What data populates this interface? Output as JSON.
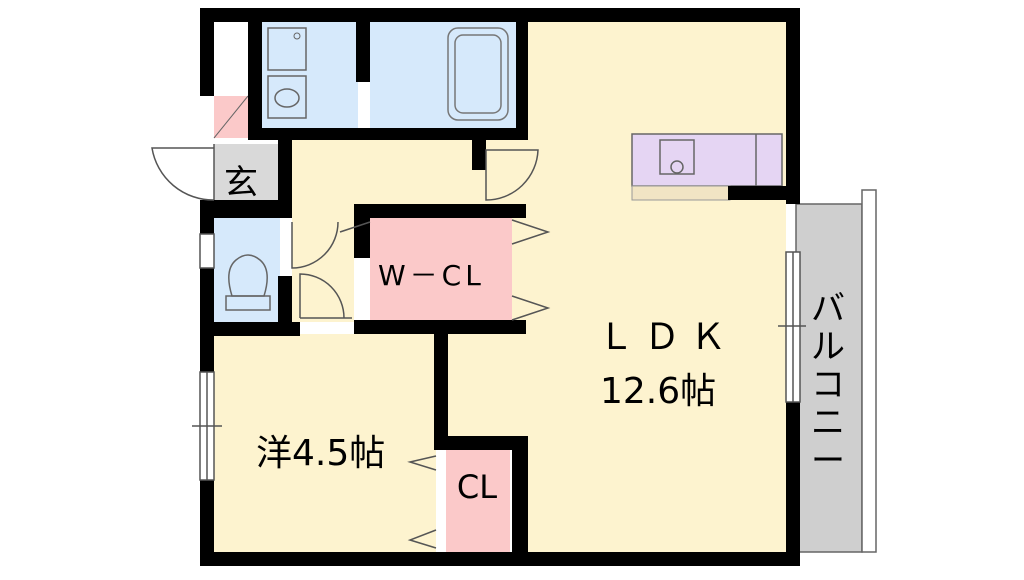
{
  "rooms": {
    "ldk_name": "ＬＤＫ",
    "ldk_size": "12.6帖",
    "western_room": "洋4.5帖",
    "walk_in_closet": "W－CL",
    "closet": "CL",
    "entrance": "玄",
    "balcony": "バルコニー"
  },
  "colors": {
    "wall": "#000000",
    "living_floor": "#fdf3cf",
    "wet_area": "#d6e9fb",
    "closet": "#fbc9c9",
    "kitchen": "#e5d5f3",
    "entrance": "#d9d9d9",
    "balcony": "#cfcfcf"
  }
}
